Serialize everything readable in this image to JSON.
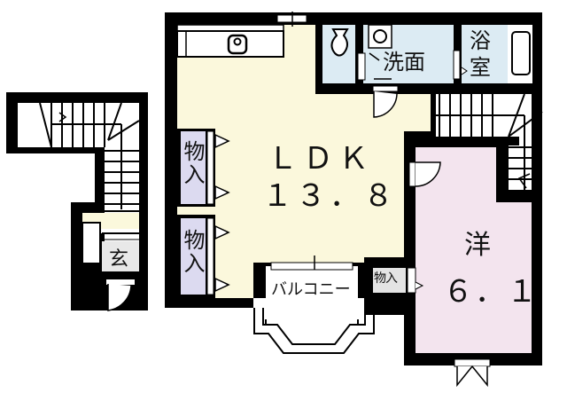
{
  "floor_plan": {
    "colors": {
      "wall": "#000000",
      "ldk_floor": "#fbf8dc",
      "western_room_floor": "#f3e4ee",
      "wet_area_floor": "#dcebf3",
      "storage_floor": "#dcdaf0",
      "entrance_floor": "#e8e8e8",
      "hall_floor": "#fbf8dc"
    },
    "rooms": {
      "ldk": {
        "name": "ＬＤＫ",
        "size": "１３．８"
      },
      "western": {
        "name": "洋",
        "size": "６．１"
      },
      "washroom": {
        "name": "洗面"
      },
      "bathroom": {
        "line1": "浴",
        "line2": "室"
      },
      "storage_left_1": {
        "name": "物入"
      },
      "storage_left_2": {
        "name": "物入"
      },
      "storage_small": {
        "name": "物入"
      },
      "balcony": {
        "name": "バルコニー"
      },
      "entrance": {
        "name": "玄"
      }
    }
  }
}
